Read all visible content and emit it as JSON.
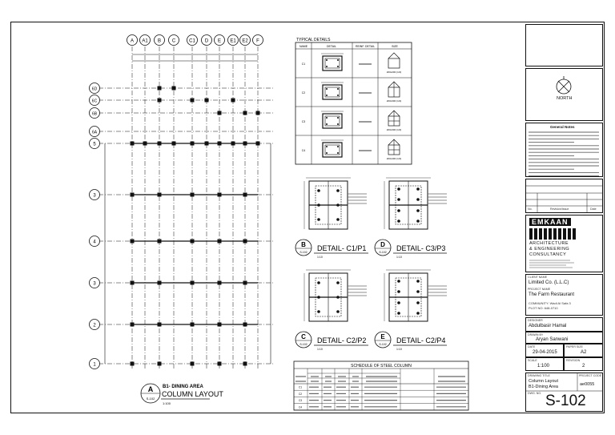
{
  "plan": {
    "grid_cols": [
      "A",
      "A1",
      "B",
      "C",
      "C1",
      "D",
      "E",
      "E1",
      "E2",
      "F"
    ],
    "grid_rows": [
      "6D",
      "6C",
      "6B",
      "6A",
      "5",
      "3",
      "4",
      "3",
      "2",
      "1"
    ],
    "title_label": "B1- DINING AREA",
    "title_main": "COLUMN LAYOUT",
    "tag_letter": "A",
    "tag_sheet": "S-102",
    "scale": "1:100"
  },
  "typical_details": {
    "title": "TYPICAL DETAILS",
    "headers": [
      "NAME",
      "DETAIL",
      "REINF. DETAIL",
      "SIZE"
    ],
    "rows": [
      {
        "name": "C1",
        "size": "200x200 (1/2)"
      },
      {
        "name": "C2",
        "size": "200x300 (1/2)"
      },
      {
        "name": "C3",
        "size": "200x300 (1/2)"
      },
      {
        "name": "C4",
        "size": "200x400 (1/2)"
      }
    ]
  },
  "details": [
    {
      "letter": "B",
      "sheet": "S-102",
      "title": "DETAIL- C1/P1",
      "scale": "1:10"
    },
    {
      "letter": "D",
      "sheet": "S-102",
      "title": "DETAIL- C3/P3",
      "scale": "1:10"
    },
    {
      "letter": "C",
      "sheet": "S-102",
      "title": "DETAIL- C2/P2",
      "scale": "1:10"
    },
    {
      "letter": "E",
      "sheet": "S-102",
      "title": "DETAIL- C2/P4",
      "scale": "1:10"
    }
  ],
  "schedule": {
    "title": "SCHEDULE OF STEEL COLUMN",
    "rows": [
      "C1",
      "C2",
      "C3",
      "C4"
    ]
  },
  "title_block": {
    "north_label": "NORTH",
    "notes_title": "General Notes",
    "revision_headers": [
      "No.",
      "Revision/Issue",
      "Date"
    ],
    "logo_name": "EMKAAN",
    "logo_sub1": "ARCHITECTURE",
    "logo_sub2": "& ENGINEERING",
    "logo_sub3": "CONSULTANCY",
    "client_label": "CLIENT NAME",
    "client": "Limited Co. (L.L.C)",
    "project_label": "PROJECT NAME",
    "project": "The Farm Restaurant",
    "community": "COMMUNITY: Wadi Al Safa 3",
    "plot": "PLOT NO:       648-0710",
    "designer_label": "DESIGNER",
    "designer": "Abdulbasir Hamal",
    "drawn_label": "DRAWN BY",
    "drawn": "Aryan Sanwani",
    "date_label": "DATE",
    "date": "29-04-2015",
    "paper_label": "PAPER SIZE",
    "paper": "A2",
    "scale_label": "SCALE",
    "scale": "1:100",
    "rev_label": "REVISION",
    "rev": "2",
    "drawing_title_label": "DRAWING TITLE",
    "drawing_title_1": "Column Layout",
    "drawing_title_2": "B1-Dining Area",
    "project_code_label": "PROJECT CODE",
    "project_code": "ae0055",
    "dwg_no_label": "DWG. NO.",
    "sheet_no": "S-102"
  }
}
